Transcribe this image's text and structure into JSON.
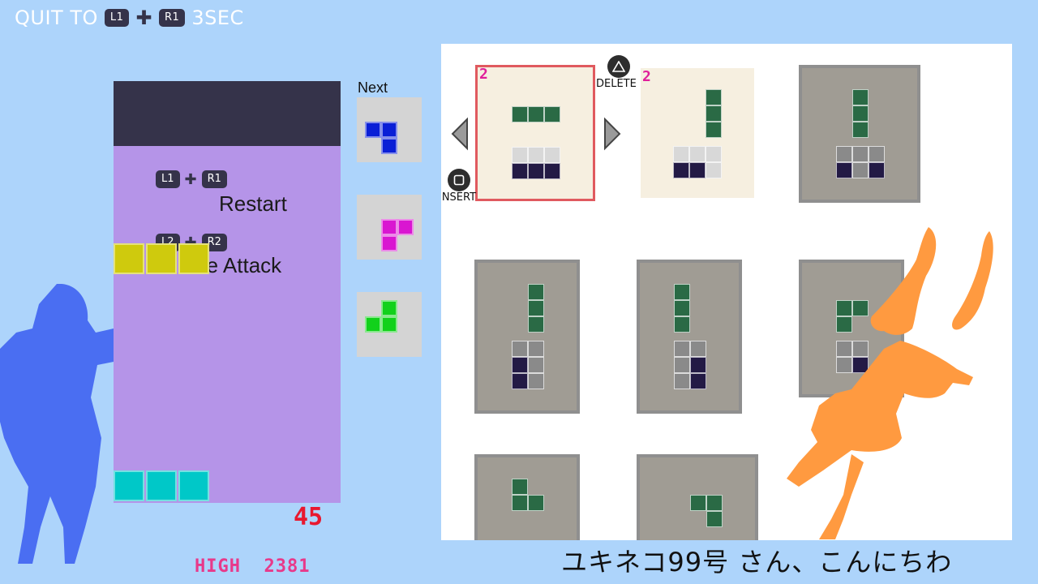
{
  "header": {
    "quit_text": "QUIT TO",
    "btn_l1": "L1",
    "btn_r1": "R1",
    "quit_duration": "3SEC"
  },
  "board": {
    "restart_btn_a": "L1",
    "restart_btn_b": "R1",
    "restart_label": "Restart",
    "attack_btn_a": "L2",
    "attack_btn_b": "R2",
    "attack_label": "re Attack"
  },
  "next": {
    "label": "Next",
    "pieces": [
      {
        "color": "#0a1fd6",
        "name": "blue-piece"
      },
      {
        "color": "#d916d1",
        "name": "magenta-piece"
      },
      {
        "color": "#12d11b",
        "name": "green-piece"
      }
    ]
  },
  "score": {
    "current": "45",
    "high_label": "HIGH",
    "high_value": "2381"
  },
  "editor": {
    "delete_label": "DELETE",
    "insert_label": "INSERT",
    "card_badges": [
      "2",
      "2"
    ],
    "delete_icon": "triangle-icon",
    "insert_icon": "square-icon",
    "prev_icon": "arrow-left-icon",
    "next_icon": "arrow-right-icon"
  },
  "greeting": "ユキネコ99号 さん、こんにちわ",
  "colors": {
    "background": "#add4fb",
    "board": "#b594e8",
    "score_red": "#e8182f",
    "high_pink": "#e8398a",
    "selected_border": "#e05a5f"
  }
}
